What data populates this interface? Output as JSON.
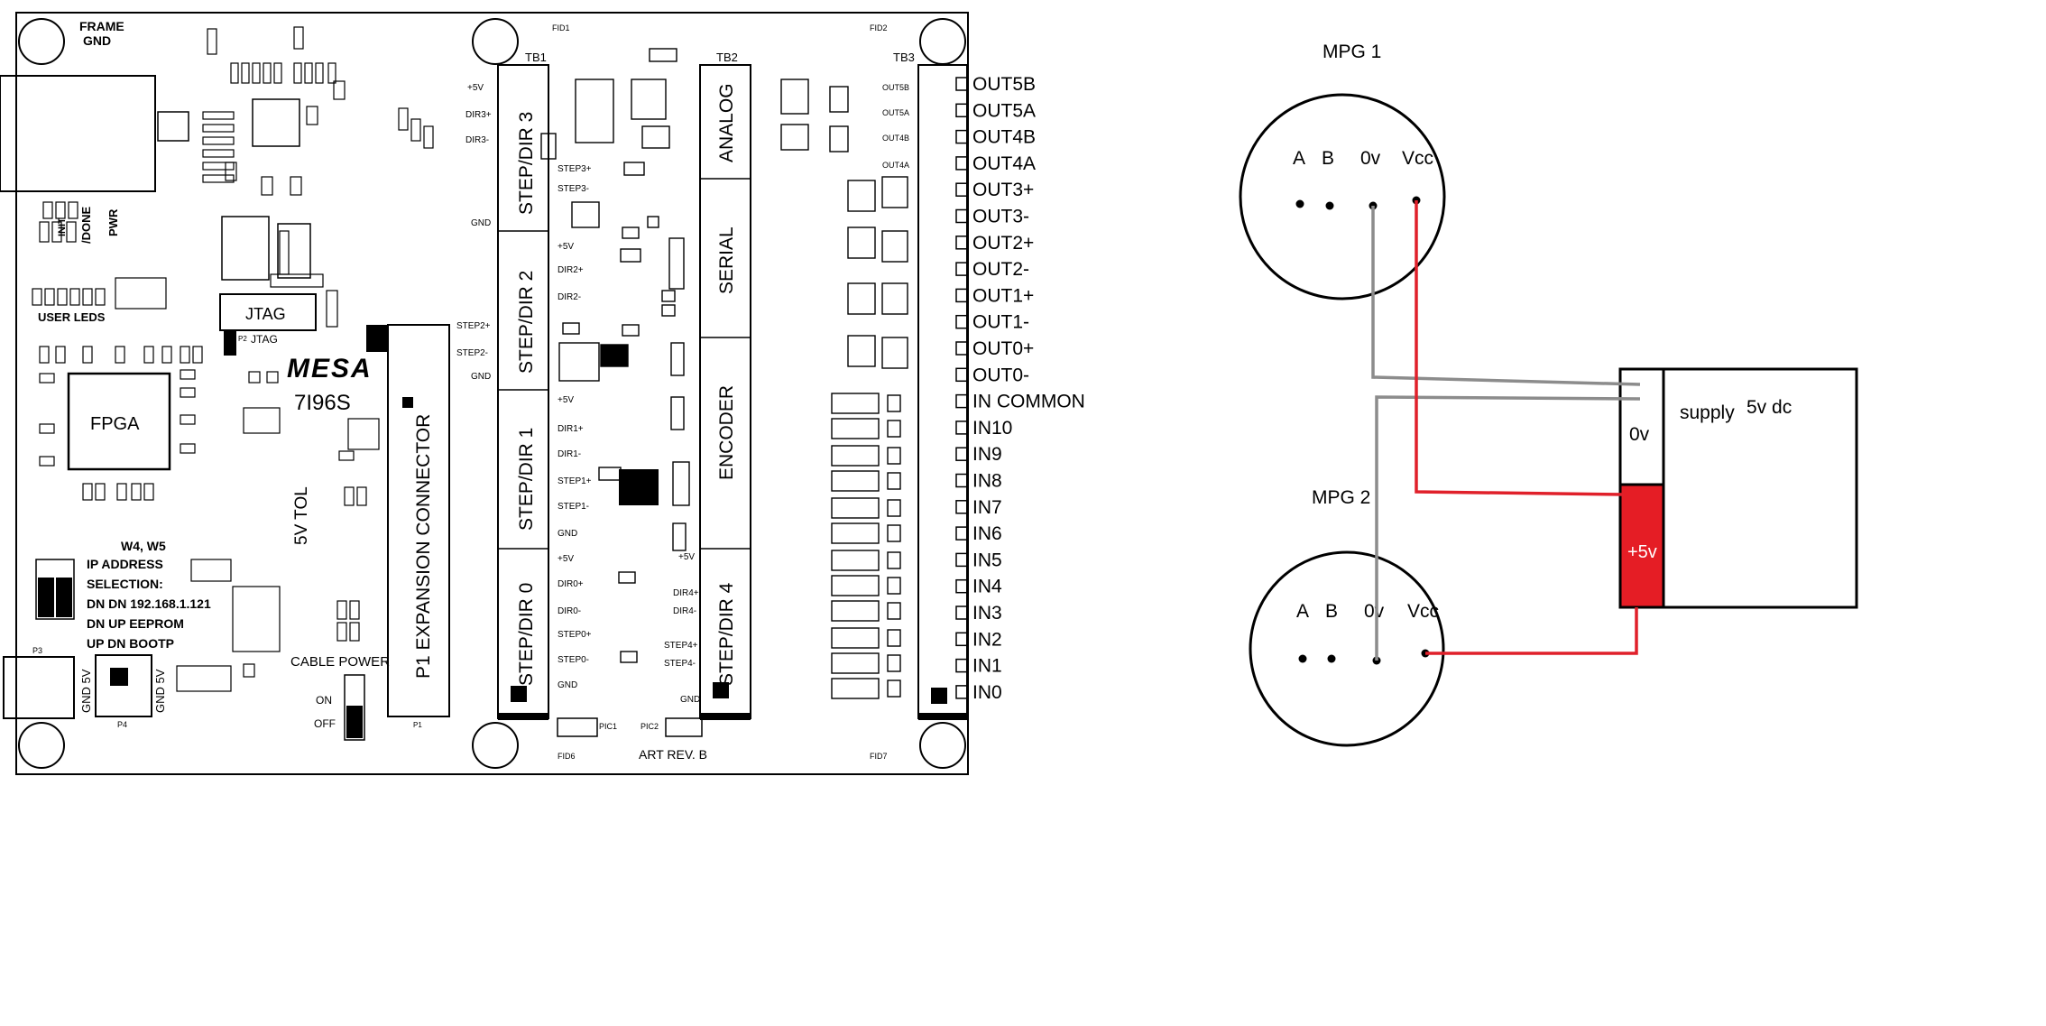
{
  "board": {
    "frame_gnd_label": [
      "FRAME",
      "GND"
    ],
    "fid1": "FID1",
    "fid2": "FID2",
    "fid6": "FID6",
    "fid7": "FID7",
    "jtag_label": "JTAG",
    "jtag_small": "JTAG",
    "p2_label": "P2",
    "logo": "MESA",
    "model": "7I96S",
    "fpga_label": "FPGA",
    "user_leds": "USER LEDS",
    "led_labels": [
      "INIT",
      "/DONE",
      "PWR"
    ],
    "five_v_tol": "5V TOL",
    "expansion": "P1 EXPANSION CONNECTOR",
    "p1": "P1",
    "cable_power": "CABLE POWER",
    "cable_on": "ON",
    "cable_off": "OFF",
    "w4w5": "W4, W5",
    "ip_lines": [
      "IP ADDRESS",
      "SELECTION:",
      "DN DN 192.168.1.121",
      "DN UP EEPROM",
      "UP DN BOOTP"
    ],
    "p3": "P3",
    "p4": "P4",
    "gnd5v_a": "GND 5V",
    "gnd5v_b": "GND 5V",
    "art_rev": "ART REV. B",
    "pic1": "PIC1",
    "pic2": "PIC2",
    "tb1": "TB1",
    "tb2": "TB2",
    "tb3": "TB3",
    "stepdir_blocks": [
      "STEP/DIR 3",
      "STEP/DIR 2",
      "STEP/DIR 1",
      "STEP/DIR 0"
    ],
    "tb1_left_pins": [
      "+5V",
      "DIR3+",
      "DIR3-",
      "GND",
      "STEP2+",
      "STEP2-",
      "GND"
    ],
    "tb1_right_pins": [
      "STEP3+",
      "STEP3-",
      "+5V",
      "DIR2+",
      "DIR2-",
      "+5V",
      "DIR1+",
      "DIR1-",
      "STEP1+",
      "STEP1-",
      "GND",
      "+5V",
      "DIR0+",
      "DIR0-",
      "STEP0+",
      "STEP0-",
      "GND"
    ],
    "tb2_blocks": [
      "ANALOG",
      "SERIAL",
      "ENCODER",
      "STEP/DIR 4"
    ],
    "tb2_left_pins": [
      "+5V",
      "DIR4+",
      "DIR4-",
      "STEP4+",
      "STEP4-",
      "GND"
    ],
    "tb3_pins": [
      "OUT5B",
      "OUT5A",
      "OUT4B",
      "OUT4A",
      "OUT3+",
      "OUT3-",
      "OUT2+",
      "OUT2-",
      "OUT1+",
      "OUT1-",
      "OUT0+",
      "OUT0-",
      "IN COMMON",
      "IN10",
      "IN9",
      "IN8",
      "IN7",
      "IN6",
      "IN5",
      "IN4",
      "IN3",
      "IN2",
      "IN1",
      "IN0"
    ],
    "tb3_small": [
      "OUT5B",
      "OUT5A",
      "OUT4B",
      "OUT4A"
    ]
  },
  "wiring": {
    "mpg1": {
      "title": "MPG 1",
      "pins": [
        "A",
        "B",
        "0v",
        "Vcc"
      ]
    },
    "mpg2": {
      "title": "MPG 2",
      "pins": [
        "A",
        "B",
        "0v",
        "Vcc"
      ]
    },
    "supply": {
      "label": "supply",
      "voltage": "5v dc",
      "zero_v": "0v",
      "plus_v": "+5v"
    },
    "colors": {
      "ground_wire": "#8c8c8c",
      "power_wire": "#e0202a",
      "plus_terminal": "#e51d25",
      "outline": "#000000"
    }
  }
}
